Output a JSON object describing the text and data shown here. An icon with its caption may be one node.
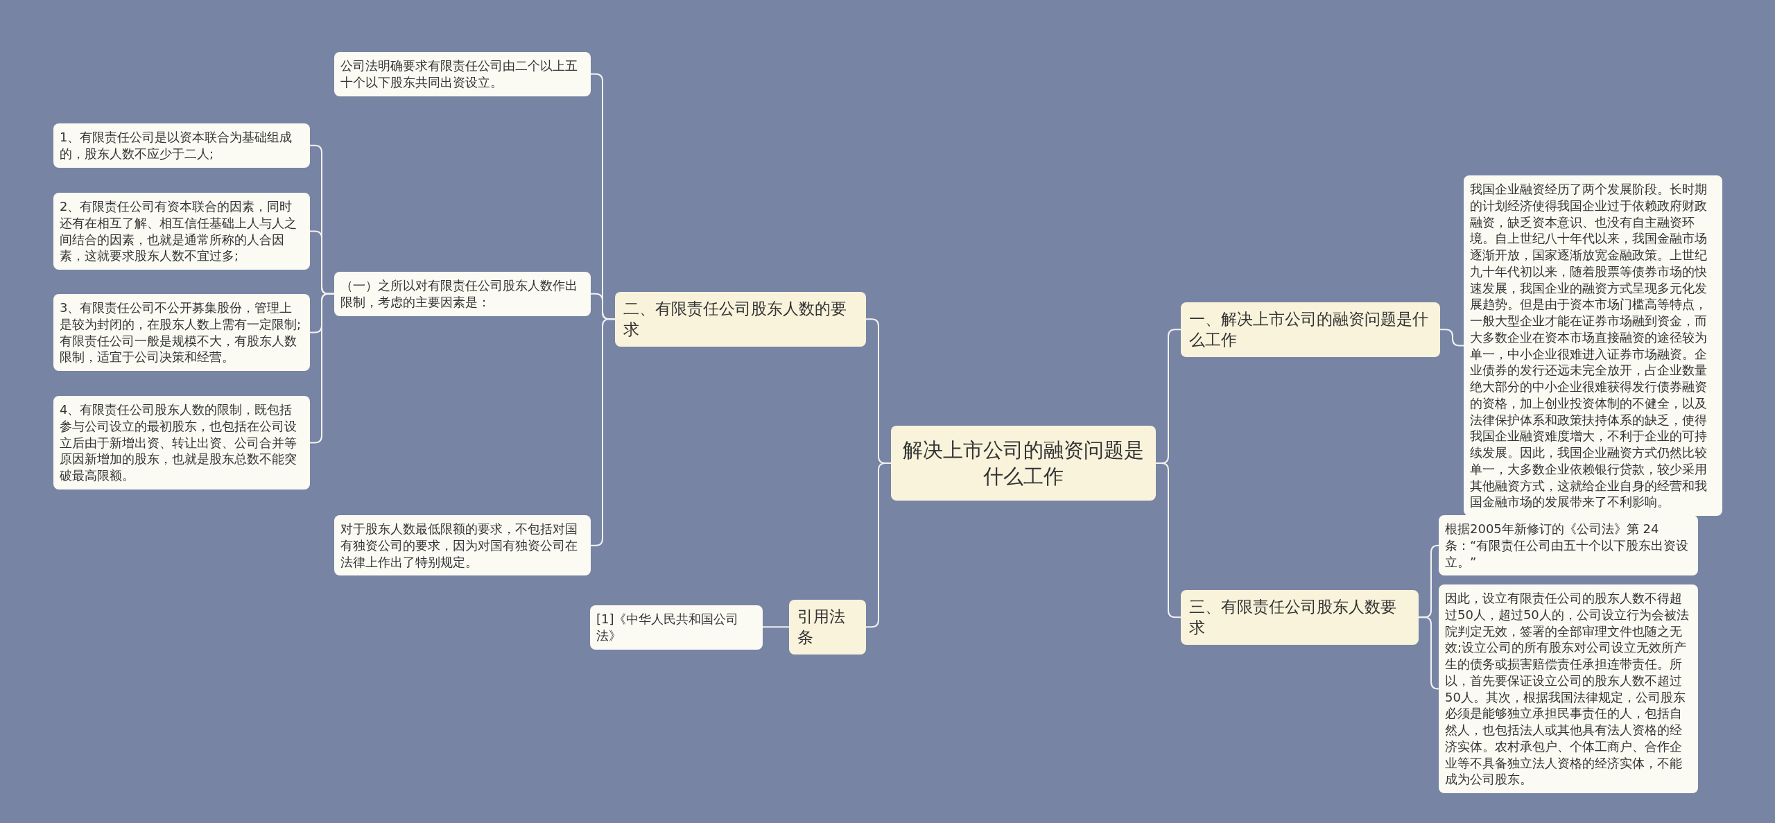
{
  "diagram": {
    "nodes": [
      {
        "text": [
          "解决上市公司的融资问题是什么工作"
        ]
      },
      {
        "text": [
          "二、有限责任公司股东人数的要求"
        ]
      },
      {
        "text": [
          "公司法明确要求有限责任公司由二个以上五十个以下股东共同出资设立。"
        ]
      },
      {
        "text": [
          "（一）之所以对有限责任公司股东人数作出限制，考虑的主要因素是："
        ]
      },
      {
        "text": [
          "1、有限责任公司是以资本联合为基础组成的，股东人数不应少于二人;"
        ]
      },
      {
        "text": [
          "2、有限责任公司有资本联合的因素，同时还有在相互了解、相互信任基础上人与人之间结合的因素，也就是通常所称的人合因素，这就要求股东人数不宜过多;"
        ]
      },
      {
        "text": [
          "3、有限责任公司不公开募集股份，管理上是较为封闭的，在股东人数上需有一定限制;有限责任公司一般是规模不大，有股东人数限制，适宜于公司决策和经营。"
        ]
      },
      {
        "text": [
          "4、有限责任公司股东人数的限制，既包括参与公司设立的最初股东，也包括在公司设立后由于新增出资、转让出资、公司合并等原因新增加的股东，也就是股东总数不能突破最高限额。"
        ]
      },
      {
        "text": [
          "对于股东人数最低限额的要求，不包括对国有独资公司的要求，因为对国有独资公司在法律上作出了特别规定。"
        ]
      },
      {
        "text": [
          "引用法条"
        ]
      },
      {
        "text": [
          "[1]《中华人民共和国公司法》"
        ]
      },
      {
        "text": [
          "一、解决上市公司的融资问题是什么工作"
        ]
      },
      {
        "text": [
          "我国企业融资经历了两个发展阶段。长时期的计划经济使得我国企业过于依赖政府财政融资，缺乏资本意识、也没有自主融资环境。自上世纪八十年代以来，我国金融市场逐渐开放，国家逐渐放宽金融政策。上世纪九十年代初以来，随着股票等债券市场的快速发展，我国企业的融资方式呈现多元化发展趋势。但是由于资本市场门槛高等特点，一般大型企业才能在证券市场融到资金，而大多数企业在资本市场直接融资的途径较为单一，中小企业很难进入证券市场融资。企业债券的发行还远未完全放开，占企业数量绝大部分的中小企业很难获得发行债券融资的资格，加上创业投资体制的不健全，以及法律保护体系和政策扶持体系的缺乏，使得我国企业融资难度增大，不利于企业的可持续发展。因此，我国企业融资方式仍然比较单一，大多数企业依赖银行贷款，较少采用其他融资方式，这就给企业自身的经营和我国金融市场的发展带来了不利影响。"
        ]
      },
      {
        "text": [
          "三、有限责任公司股东人数要求"
        ]
      },
      {
        "text": [
          "根据2005年新修订的《公司法》第 24条：“有限责任公司由五十个以下股东出资设立。”"
        ]
      },
      {
        "text": [
          "因此，设立有限责任公司的股东人数不得超过50人，超过50人的，公司设立行为会被法院判定无效，签署的全部审理文件也随之无效;设立公司的所有股东对公司设立无效所产生的债务或损害赔偿责任承担连带责任。所以，首先要保证设立公司的股东人数不超过50人。其次，根据我国法律规定，公司股东必须是能够独立承担民事责任的人，包括自然人，也包括法人或其他具有法人资格的经济实体。农村承包户、个体工商户、合作企业等不具备独立法人资格的经济实体，不能成为公司股东。"
        ]
      }
    ],
    "edges": [
      {
        "from": 0,
        "to": 1,
        "arrow": "none"
      },
      {
        "from": 1,
        "to": 2,
        "arrow": "none"
      },
      {
        "from": 1,
        "to": 3,
        "arrow": "none"
      },
      {
        "from": 3,
        "to": 4,
        "arrow": "none"
      },
      {
        "from": 3,
        "to": 5,
        "arrow": "none"
      },
      {
        "from": 3,
        "to": 6,
        "arrow": "none"
      },
      {
        "from": 3,
        "to": 7,
        "arrow": "none"
      },
      {
        "from": 1,
        "to": 8,
        "arrow": "none"
      },
      {
        "from": 0,
        "to": 9,
        "arrow": "none"
      },
      {
        "from": 9,
        "to": 10,
        "arrow": "none"
      },
      {
        "from": 0,
        "to": 11,
        "arrow": "none"
      },
      {
        "from": 11,
        "to": 12,
        "arrow": "none"
      },
      {
        "from": 0,
        "to": 13,
        "arrow": "none"
      },
      {
        "from": 13,
        "to": 14,
        "arrow": "none"
      },
      {
        "from": 13,
        "to": 15,
        "arrow": "none"
      }
    ]
  }
}
